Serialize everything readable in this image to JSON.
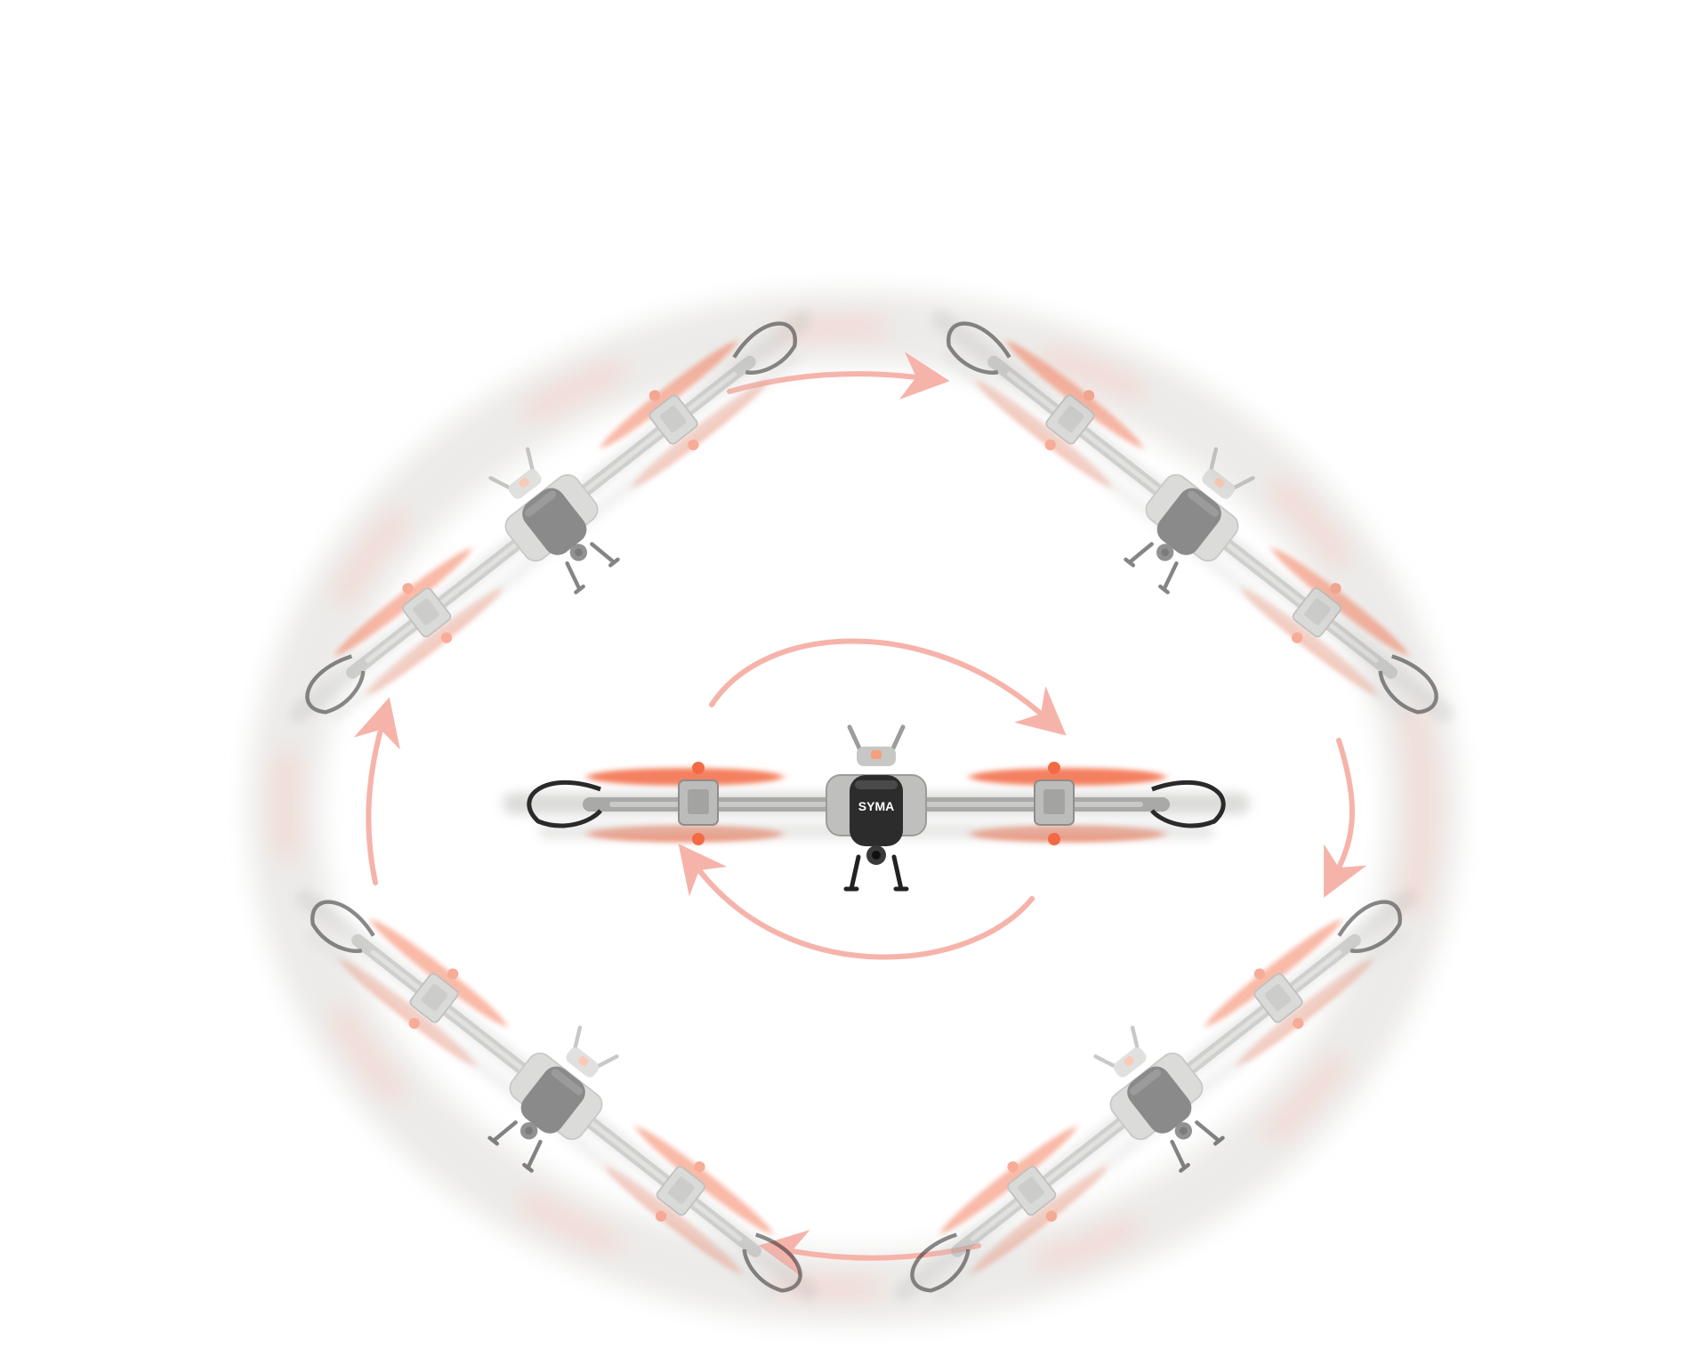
{
  "colors": {
    "background": "#ffffff",
    "arrow": "#f6b3aa",
    "ring_outer": "#ecebe9",
    "propeller": "#f26a45",
    "body_grey": "#b8b8b6",
    "arm_grey": "#a9a9a7",
    "shell_dark": "#2c2c2c",
    "leg_dark": "#222222"
  },
  "icons": {
    "drone": "quadcopter-icon",
    "rotation_arrow": "rotation-arrow-icon",
    "brand_mark": "brand-logo-icon"
  },
  "brand": {
    "logo_text": "SYMA"
  },
  "poses": [
    {
      "id": "center",
      "rotation_deg": 0,
      "scale": 1.0,
      "ghost": false
    },
    {
      "id": "upper-left",
      "rotation_deg": -38,
      "scale": 0.88,
      "ghost": true
    },
    {
      "id": "upper-right",
      "rotation_deg": 38,
      "scale": 0.88,
      "ghost": true
    },
    {
      "id": "lower-left",
      "rotation_deg": 38,
      "scale": 0.88,
      "ghost": true
    },
    {
      "id": "lower-right",
      "rotation_deg": -38,
      "scale": 0.88,
      "ghost": true
    }
  ]
}
